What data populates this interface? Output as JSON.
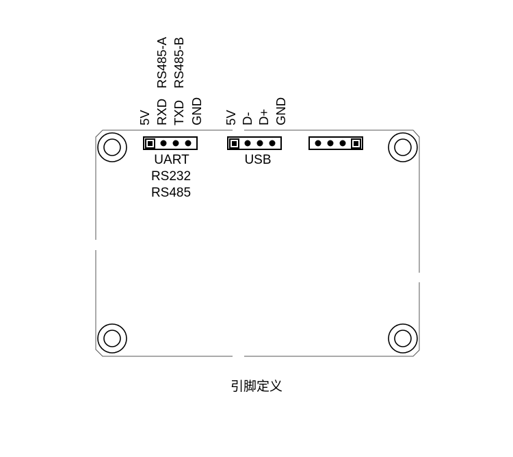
{
  "uart_header": {
    "pins": [
      "5V",
      "RXD",
      "TXD",
      "GND"
    ],
    "alt_pins": [
      "RS485-A",
      "RS485-B"
    ],
    "labels": [
      "UART",
      "RS232",
      "RS485"
    ]
  },
  "usb_header": {
    "pins": [
      "5V",
      "D-",
      "D+",
      "GND"
    ],
    "label": "USB"
  },
  "caption": "引脚定义"
}
